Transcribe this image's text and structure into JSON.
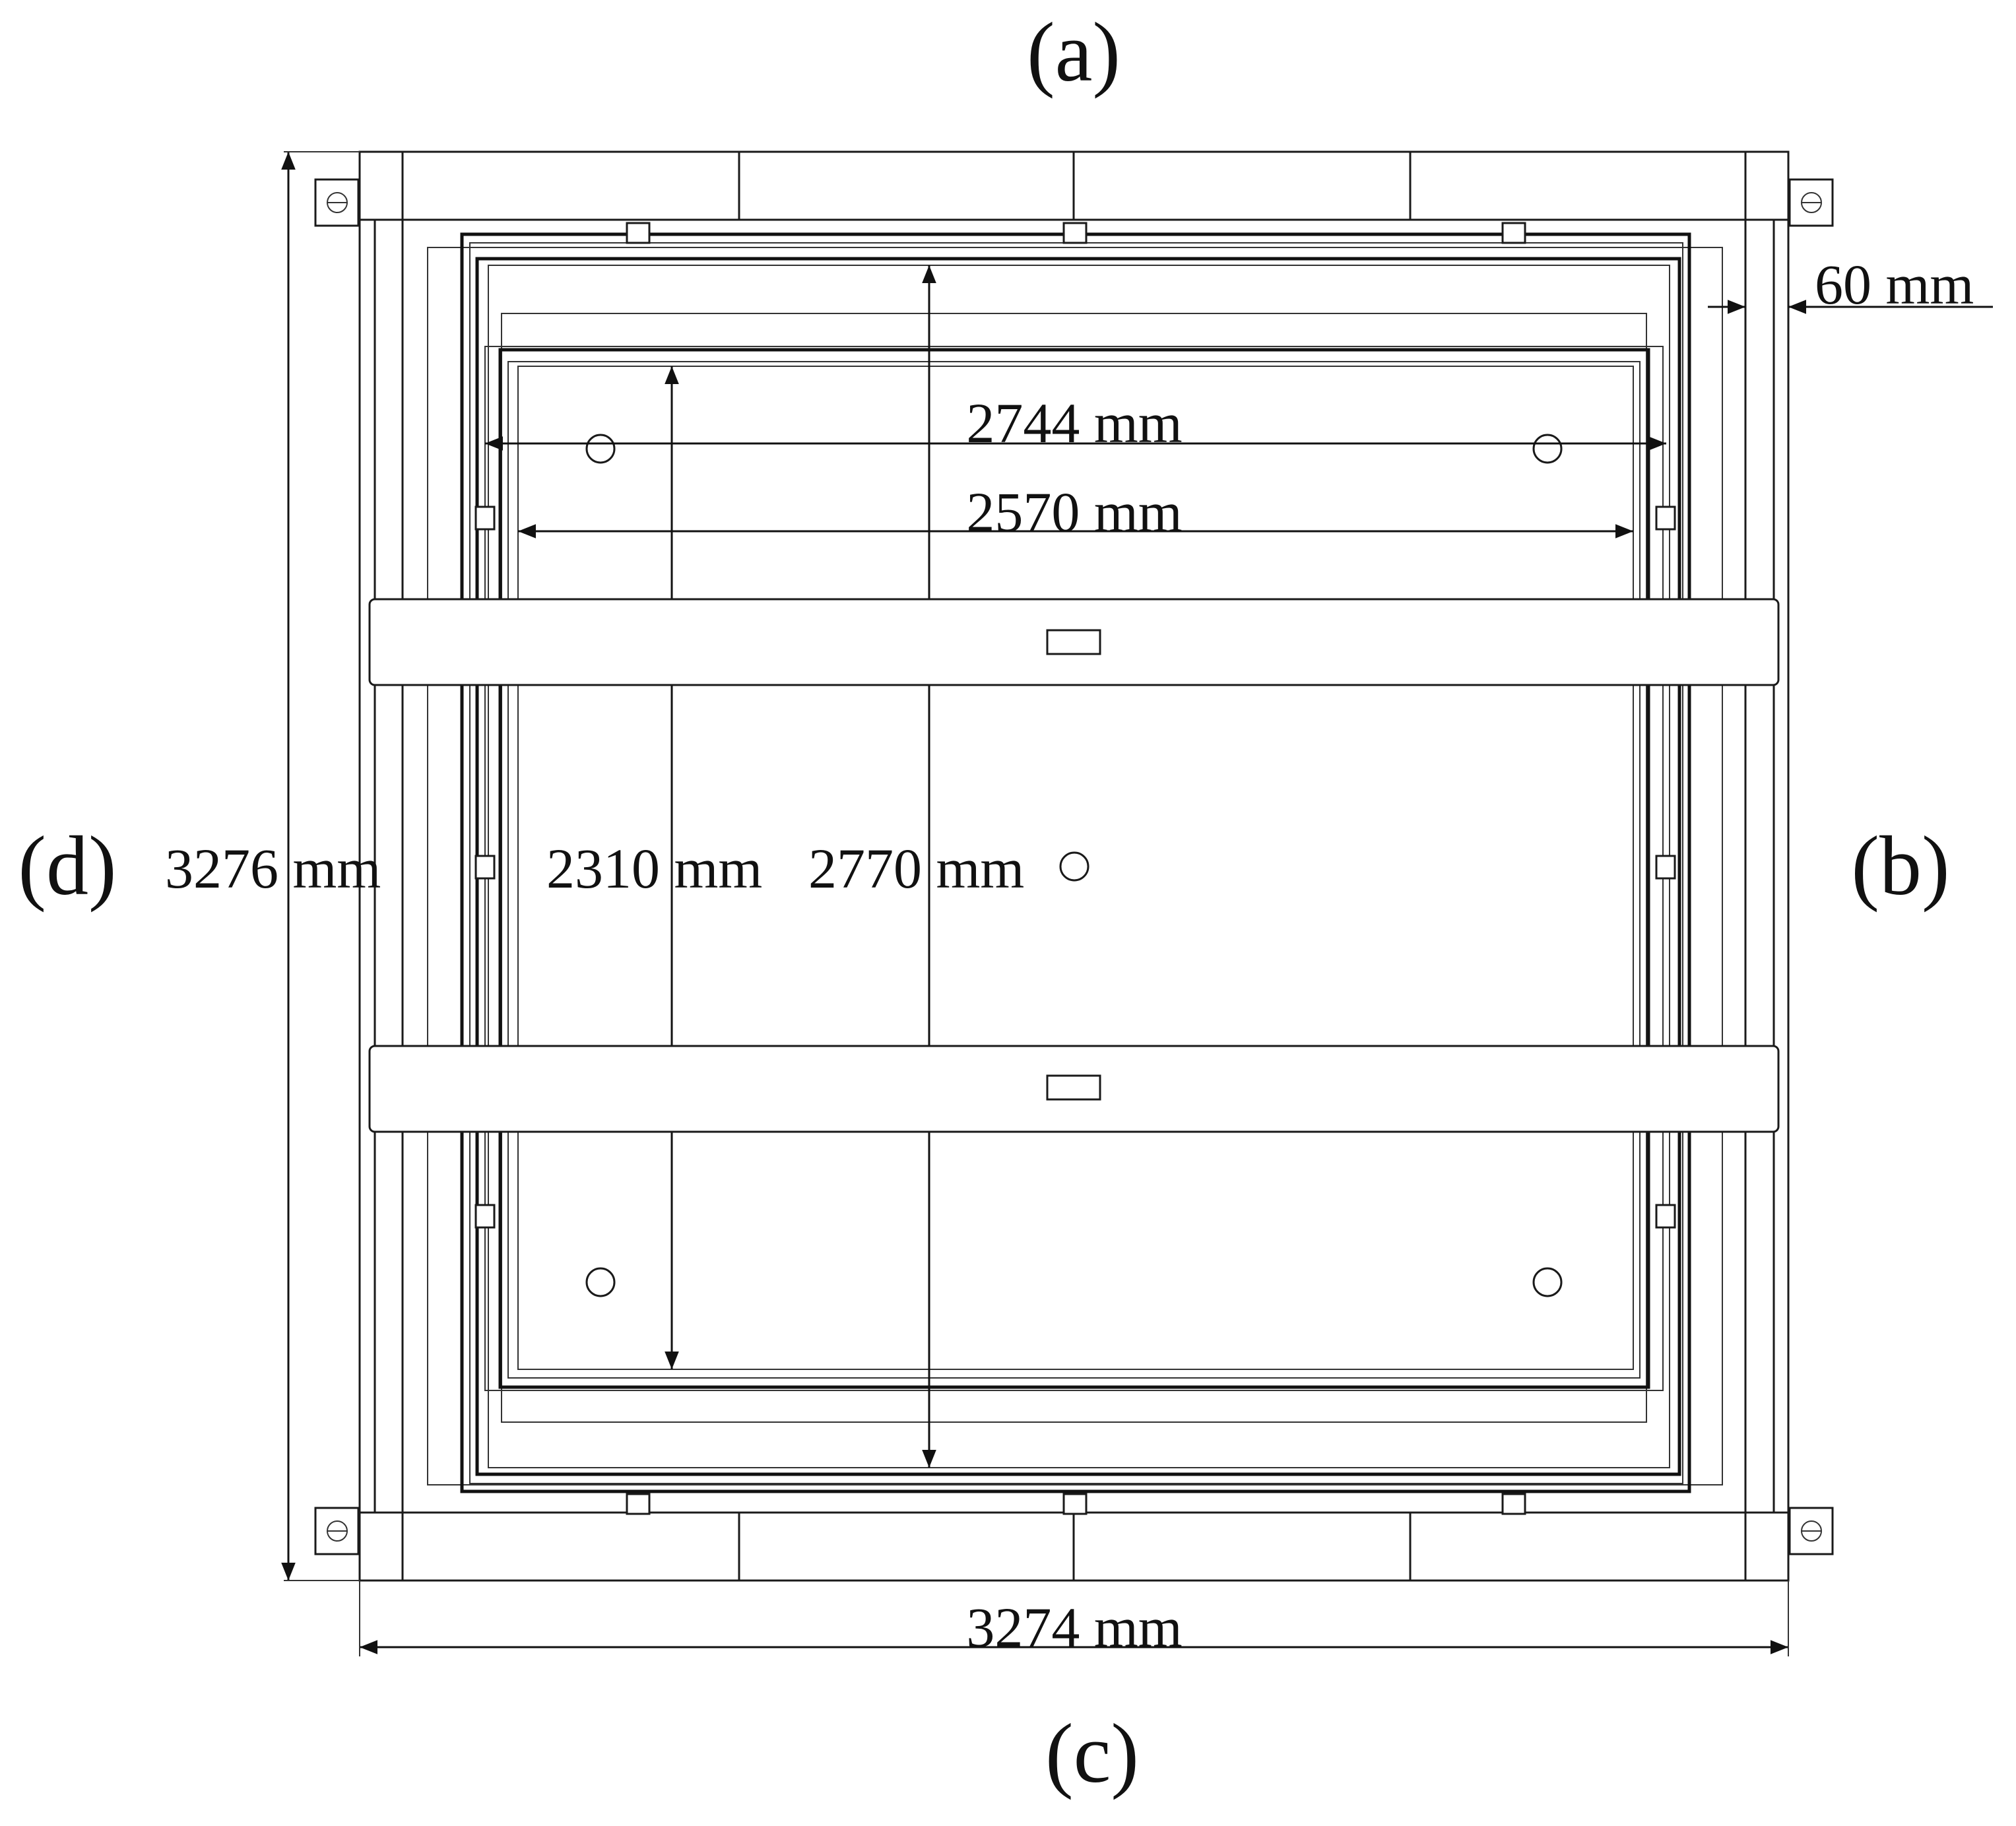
{
  "sides": {
    "top": "(a)",
    "right": "(b)",
    "bottom": "(c)",
    "left": "(d)"
  },
  "dimensions": {
    "wall_gap": "60 mm",
    "inner_span_upper": "2744 mm",
    "inner_span_lower": "2570 mm",
    "overall_height": "3276 mm",
    "inner_height": "2310 mm",
    "middle_height": "2770 mm",
    "overall_width": "3274 mm"
  },
  "icons": {
    "fastener": "lock-bracket-icon",
    "bolt_hole": "bolt-hole-icon",
    "beam_slot": "beam-slot-icon"
  }
}
